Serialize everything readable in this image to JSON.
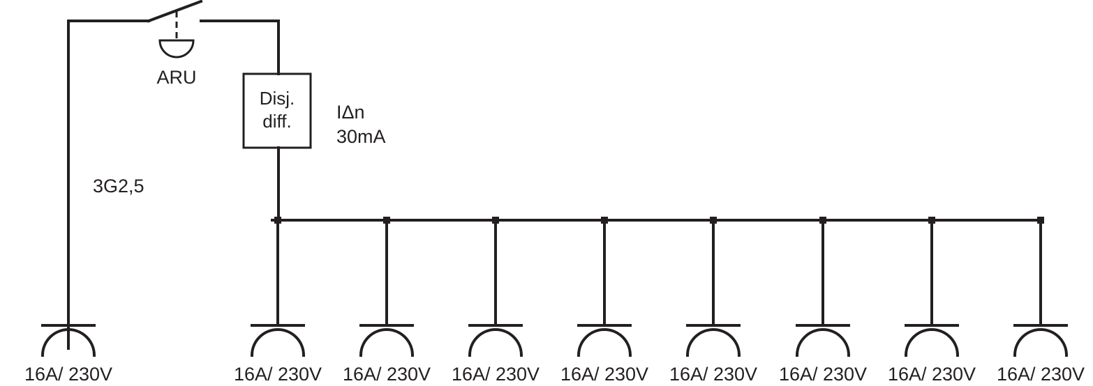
{
  "switch": {
    "label": "ARU"
  },
  "breaker": {
    "line1": "Disj.",
    "line2": "diff."
  },
  "sensitivity": {
    "line1": "IΔn",
    "line2": "30mA"
  },
  "cable": {
    "label": "3G2,5"
  },
  "outlets": [
    {
      "label": "16A/ 230V"
    },
    {
      "label": "16A/ 230V"
    },
    {
      "label": "16A/ 230V"
    },
    {
      "label": "16A/ 230V"
    },
    {
      "label": "16A/ 230V"
    },
    {
      "label": "16A/ 230V"
    },
    {
      "label": "16A/ 230V"
    },
    {
      "label": "16A/ 230V"
    },
    {
      "label": "16A/ 230V"
    }
  ],
  "colors": {
    "line": "#231f20",
    "background": "#ffffff"
  }
}
